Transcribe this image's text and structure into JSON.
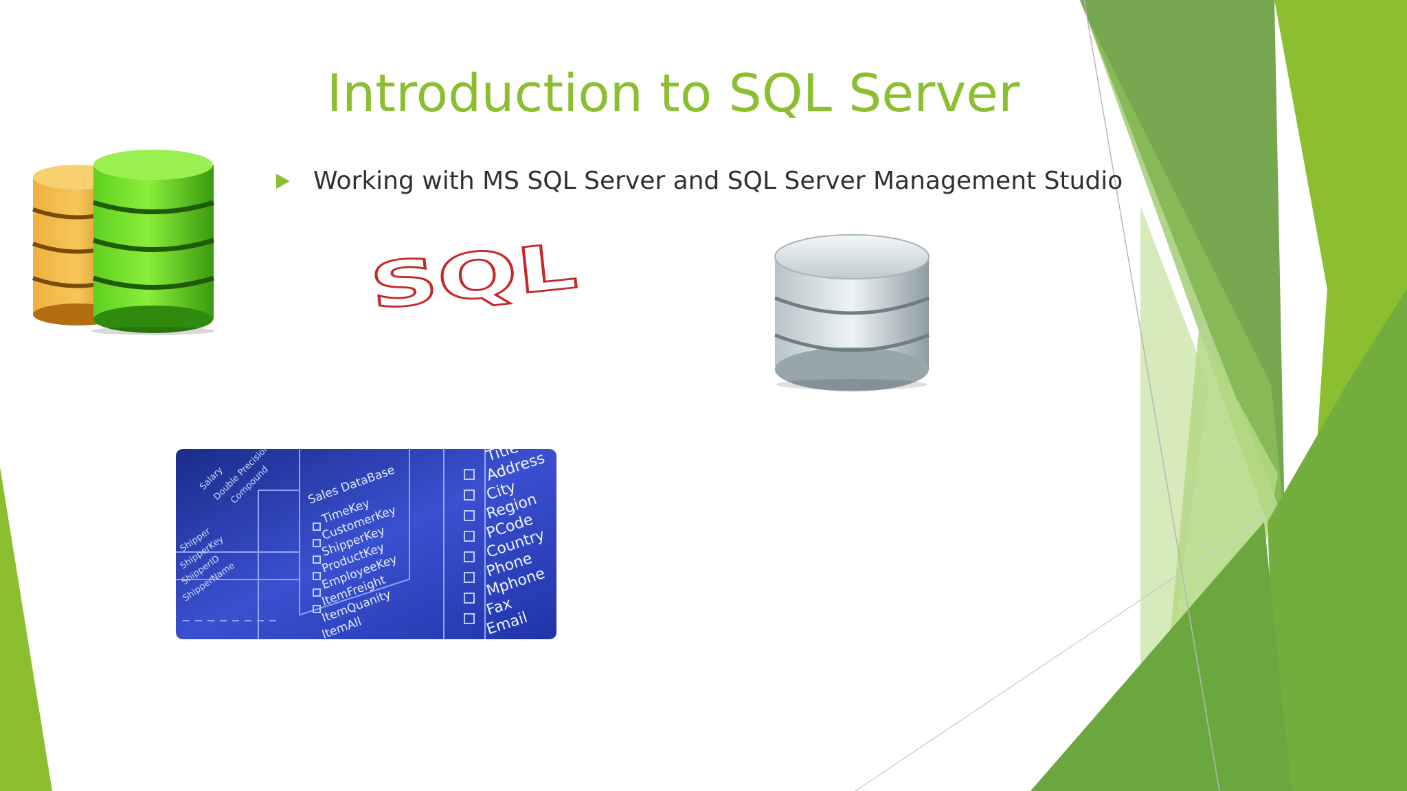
{
  "slide": {
    "title": "Introduction to SQL Server",
    "bullets": [
      {
        "text": "Working with MS SQL Server and SQL Server Management Studio"
      }
    ]
  },
  "images": {
    "sql_logo_text": "SQL",
    "database_panel": {
      "heading": "Sales DataBase",
      "middle_column": [
        "TimeKey",
        "CustomerKey",
        "ShipperKey",
        "ProductKey",
        "EmployeeKey",
        "ItemFreight",
        "ItemQuanity",
        "ItemAll"
      ],
      "right_column": [
        "Title",
        "Address",
        "City",
        "Region",
        "PCode",
        "Country",
        "Phone",
        "Mphone",
        "Fax",
        "Email"
      ],
      "left_column": [
        "Shipper",
        "ShipperKey",
        "ShipperID",
        "ShipperName",
        "Salary",
        "Double Precision",
        "Compound"
      ]
    }
  },
  "colors": {
    "title_green": "#8cbf30",
    "accent_dark_green": "#5f9632",
    "accent_light_green": "#a5cf47",
    "text": "#303030"
  }
}
